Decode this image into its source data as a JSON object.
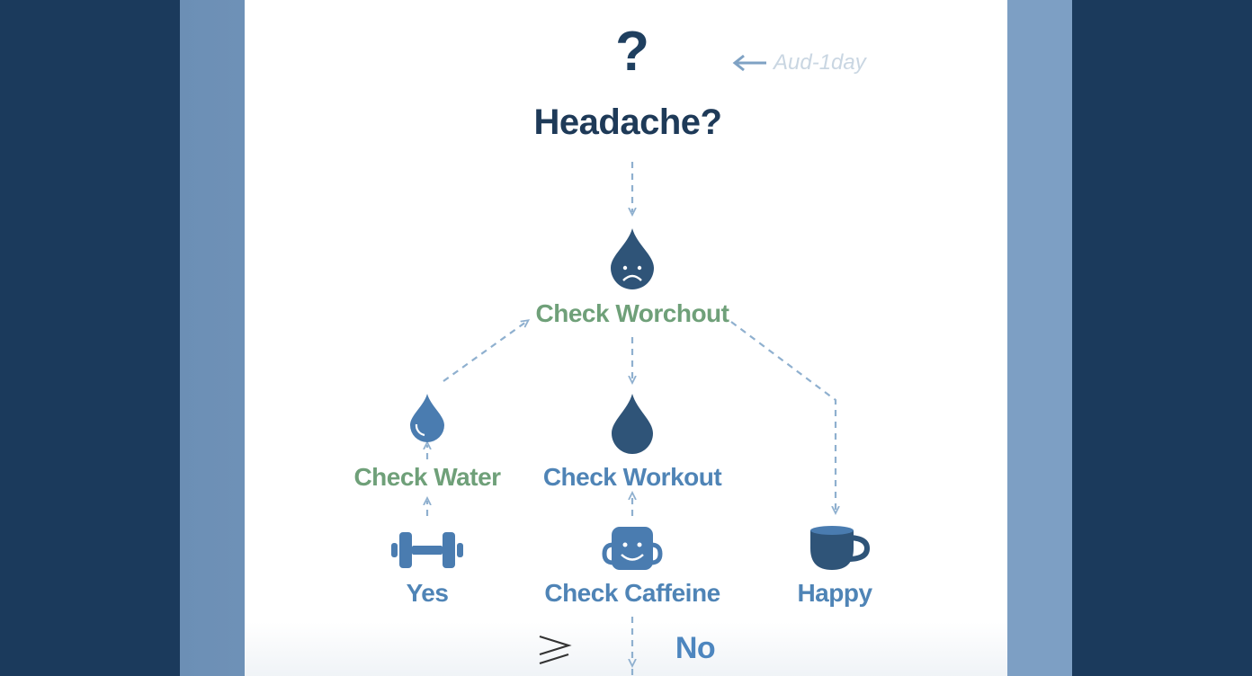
{
  "diagram": {
    "title": "Headache?",
    "annotation": "Aud-1day",
    "labels": {
      "check_workorchout": "Check Worchout",
      "check_water": "Check Water",
      "check_workout": "Check Workout",
      "yes": "Yes",
      "check_caffeine": "Check Caffeine",
      "happy": "Happy",
      "no": "No"
    },
    "icons": {
      "top": "question-mark-icon",
      "sad_drop": "sad-water-drop-icon",
      "water_drop_small": "water-drop-icon",
      "water_drop": "water-drop-icon",
      "dumbbell": "dumbbell-icon",
      "smiling_cup": "smiling-cup-icon",
      "coffee_cup": "coffee-cup-icon",
      "symbol": "greater-than-or-equal-icon"
    },
    "colors": {
      "page_bg": "#1b3a5c",
      "panel": "#7d9ec3",
      "title": "#1e3a58",
      "green_label": "#6fa079",
      "blue_label": "#4f84b6",
      "icon_dark": "#2f5478",
      "icon_mid": "#4a7cb0",
      "connector": "#8fb0cf"
    }
  }
}
